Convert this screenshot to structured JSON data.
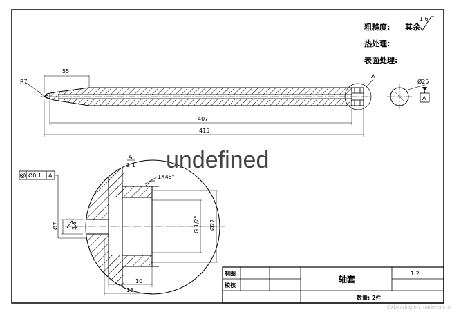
{
  "notes": {
    "roughness_label": "粗糙度:",
    "roughness_rest": "其余",
    "roughness_value": "1.6",
    "heat_treatment": "热处理:",
    "surface_treatment": "表面处理:"
  },
  "main_view": {
    "dim_radius": "R7",
    "dim_taper_len": "55",
    "dim_bore_len": "407",
    "dim_total_len": "415",
    "detail_marker": "A",
    "dim_diameter": "Ø25",
    "datum": "A"
  },
  "detail_view": {
    "title_letter": "A",
    "title_scale": "2:1",
    "chamfer": "1X45°",
    "tolerance_value": "Ø0.1",
    "tolerance_datum": "A",
    "dim_hole": "Ø7",
    "roughness": "3.2",
    "thread": "G 1/2\"",
    "dim_outer": "Ø22",
    "dim_depth": "10",
    "dim_length": "15"
  },
  "title_block": {
    "drawn_by": "制图",
    "checked_by": "校核",
    "part_name": "轴套",
    "scale": "1:2",
    "quantity": "数量: 2件"
  },
  "overlay_text": "undefined",
  "watermark": "Gxbearing.en.made-in-china.com"
}
